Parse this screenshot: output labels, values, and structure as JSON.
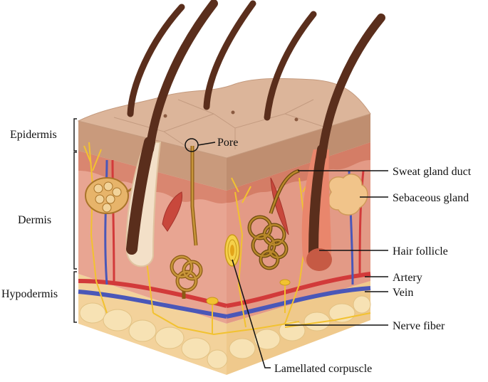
{
  "layers": [
    {
      "id": "epidermis",
      "label": "Epidermis"
    },
    {
      "id": "dermis",
      "label": "Dermis"
    },
    {
      "id": "hypodermis",
      "label": "Hypodermis"
    }
  ],
  "structures": [
    {
      "id": "pore",
      "label": "Pore"
    },
    {
      "id": "sweat-gland-duct",
      "label": "Sweat gland duct"
    },
    {
      "id": "sebaceous-gland",
      "label": "Sebaceous gland"
    },
    {
      "id": "hair-follicle",
      "label": "Hair follicle"
    },
    {
      "id": "artery",
      "label": "Artery"
    },
    {
      "id": "vein",
      "label": "Vein"
    },
    {
      "id": "nerve-fiber",
      "label": "Nerve fiber"
    },
    {
      "id": "lamellated-corpuscle",
      "label": "Lamellated corpuscle"
    }
  ],
  "colors": {
    "epidermis_top": "#dcb59a",
    "epidermis_side": "#c99a7c",
    "dermis": "#e8a592",
    "dermis_dark": "#d9806a",
    "hypodermis": "#f3d29b",
    "fat": "#f7dfae",
    "hair": "#5a2e1c",
    "artery": "#d23a3a",
    "vein": "#4a57b8",
    "nerve": "#f2c230",
    "gland": "#b88a3a"
  }
}
